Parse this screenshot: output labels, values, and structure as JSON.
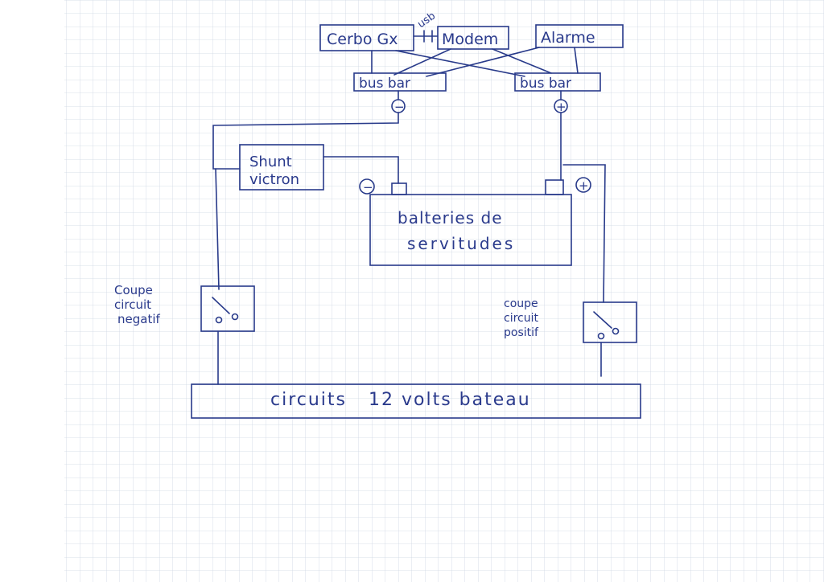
{
  "diagram": {
    "ink_color": "#283a8a",
    "grid_color": "#c9d3e0",
    "labels": {
      "cerbo": "Cerbo Gx",
      "modem": "Modem",
      "alarme": "Alarme",
      "usb": "usb",
      "busbar_neg": "bus bar",
      "busbar_pos": "bus bar",
      "neg_sign": "−",
      "pos_sign": "+",
      "shunt_line1": "Shunt",
      "shunt_line2": "victron",
      "battery_neg": "−",
      "battery_pos": "+",
      "battery_line1": "balteries de",
      "battery_line2": "servitudes",
      "cb_neg_line1": "Coupe",
      "cb_neg_line2": "circuit",
      "cb_neg_line3": "negatif",
      "cb_pos_line1": "coupe",
      "cb_pos_line2": "circuit",
      "cb_pos_line3": "positif",
      "circuits": "circuits   12 volts bateau"
    }
  }
}
